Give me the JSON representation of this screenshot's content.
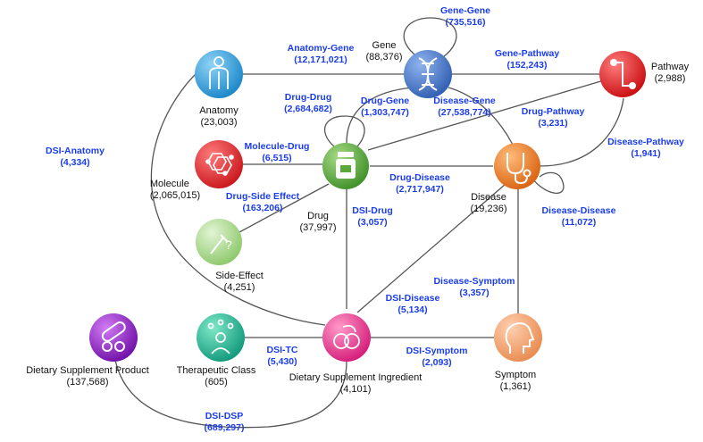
{
  "nodes": {
    "gene": {
      "name": "Gene",
      "count": "(88,376)",
      "color": "#3f6fc4",
      "icon": "dna-icon"
    },
    "pathway": {
      "name": "Pathway",
      "count": "(2,988)",
      "color": "#e5161b",
      "icon": "pathway-icon"
    },
    "anatomy": {
      "name": "Anatomy",
      "count": "(23,003)",
      "color": "#2a9fd8",
      "icon": "human-body-icon"
    },
    "molecule": {
      "name": "Molecule",
      "count": "(2,065,015)",
      "color": "#e3262b",
      "icon": "molecule-icon"
    },
    "drug": {
      "name": "Drug",
      "count": "(37,997)",
      "color": "#5aa83a",
      "icon": "pill-bottle-icon"
    },
    "disease": {
      "name": "Disease",
      "count": "(19,236)",
      "color": "#ea7a22",
      "icon": "stethoscope-icon"
    },
    "side_effect": {
      "name": "Side-Effect",
      "count": "(4,251)",
      "color": "#a9d88a",
      "icon": "dropper-icon"
    },
    "dsp": {
      "name": "Dietary Supplement Product",
      "count": "(137,568)",
      "color": "#8e1fc4",
      "icon": "capsules-icon"
    },
    "tc": {
      "name": "Therapeutic Class",
      "count": "(605)",
      "color": "#1ab890",
      "icon": "person-herbs-icon"
    },
    "dsi": {
      "name": "Dietary Supplement Ingredient",
      "count": "(4,101)",
      "color": "#ea2f8c",
      "icon": "supplement-icon"
    },
    "symptom": {
      "name": "Symptom",
      "count": "(1,361)",
      "color": "#f0a06a",
      "icon": "head-icon"
    }
  },
  "edges": {
    "gene_gene": {
      "name": "Gene-Gene",
      "count": "(735,516)"
    },
    "anatomy_gene": {
      "name": "Anatomy-Gene",
      "count": "(12,171,021)"
    },
    "gene_pathway": {
      "name": "Gene-Pathway",
      "count": "(152,243)"
    },
    "drug_drug": {
      "name": "Drug-Drug",
      "count": "(2,684,682)"
    },
    "drug_gene": {
      "name": "Drug-Gene",
      "count": "(1,303,747)"
    },
    "disease_gene": {
      "name": "Disease-Gene",
      "count": "(27,538,774)"
    },
    "drug_pathway": {
      "name": "Drug-Pathway",
      "count": "(3,231)"
    },
    "dsi_anatomy": {
      "name": "DSI-Anatomy",
      "count": "(4,334)"
    },
    "molecule_drug": {
      "name": "Molecule-Drug",
      "count": "(6,515)"
    },
    "disease_pathway": {
      "name": "Disease-Pathway",
      "count": "(1,941)"
    },
    "drug_disease": {
      "name": "Drug-Disease",
      "count": "(2,717,947)"
    },
    "drug_side_effect": {
      "name": "Drug-Side Effect",
      "count": "(163,206)"
    },
    "dsi_drug": {
      "name": "DSI-Drug",
      "count": "(3,057)"
    },
    "disease_disease": {
      "name": "Disease-Disease",
      "count": "(11,072)"
    },
    "disease_symptom": {
      "name": "Disease-Symptom",
      "count": "(3,357)"
    },
    "dsi_disease": {
      "name": "DSI-Disease",
      "count": "(5,134)"
    },
    "dsi_tc": {
      "name": "DSI-TC",
      "count": "(5,430)"
    },
    "dsi_symptom": {
      "name": "DSI-Symptom",
      "count": "(2,093)"
    },
    "dsi_dsp": {
      "name": "DSI-DSP",
      "count": "(689,297)"
    }
  }
}
